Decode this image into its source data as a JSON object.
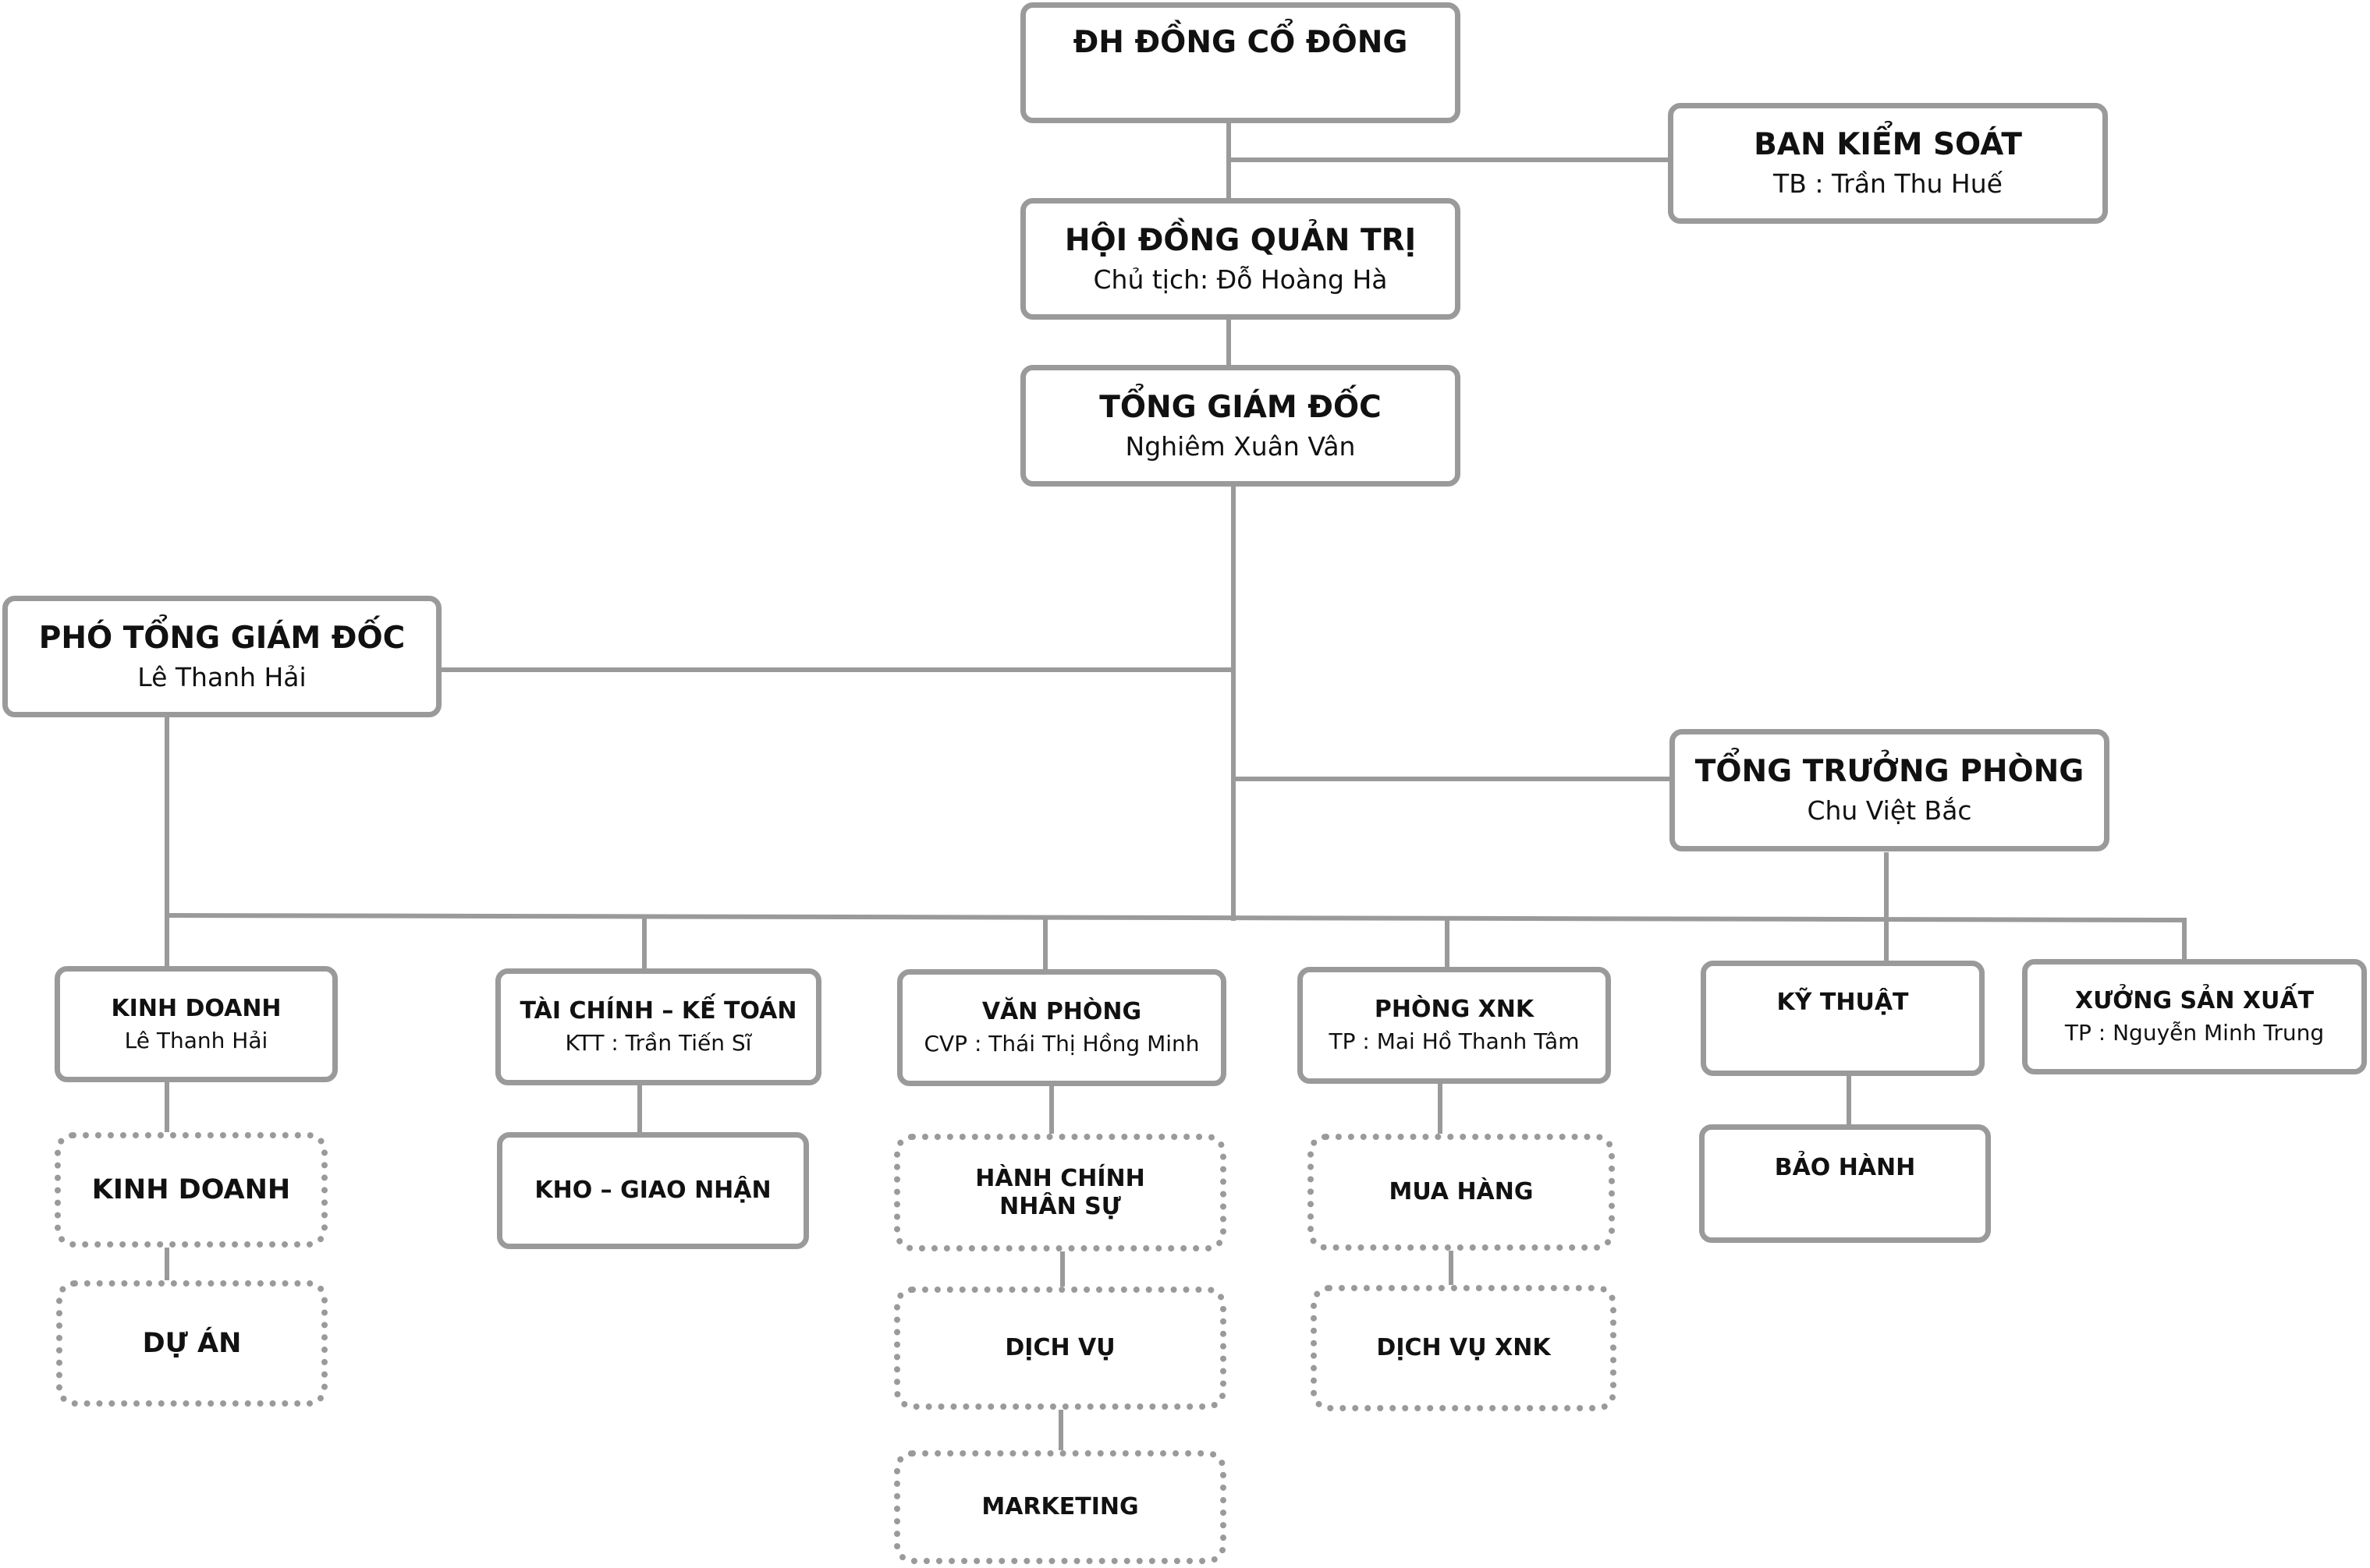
{
  "top": {
    "shareholders": {
      "title": "ĐH ĐỒNG CỔ ĐÔNG"
    },
    "supervisory": {
      "title": "BAN KIỂM SOÁT",
      "person": "TB : Trần Thu Huế"
    },
    "board": {
      "title": "HỘI ĐỒNG QUẢN TRỊ",
      "person": "Chủ tịch: Đỗ Hoàng Hà"
    },
    "ceo": {
      "title": "TỔNG GIÁM ĐỐC",
      "person": "Nghiêm Xuân Vân"
    },
    "deputy_ceo": {
      "title": "PHÓ TỔNG GIÁM ĐỐC",
      "person": "Lê Thanh Hải"
    },
    "chief_head": {
      "title": "TỔNG TRƯỞNG PHÒNG",
      "person": "Chu Việt Bắc"
    }
  },
  "departments": {
    "sales": {
      "title": "KINH DOANH",
      "person": "Lê Thanh Hải"
    },
    "finance": {
      "title": "TÀI CHÍNH – KẾ TOÁN",
      "person": "KTT : Trần Tiến Sĩ"
    },
    "office": {
      "title": "VĂN PHÒNG",
      "person": "CVP : Thái Thị Hồng Minh"
    },
    "import_export": {
      "title": "PHÒNG XNK",
      "person": "TP : Mai Hồ Thanh Tâm"
    },
    "technical": {
      "title": "KỸ THUẬT"
    },
    "workshop": {
      "title": "XƯỞNG SẢN XUẤT",
      "person": "TP : Nguyễn Minh Trung"
    }
  },
  "sub_units": {
    "sales_team": {
      "title": "KINH DOANH"
    },
    "projects": {
      "title": "DỰ ÁN"
    },
    "warehouse": {
      "title": "KHO – GIAO NHẬN"
    },
    "admin_hr": {
      "title": "HÀNH CHÍNH\nNHÂN SỰ"
    },
    "services": {
      "title": "DỊCH VỤ"
    },
    "marketing": {
      "title": "MARKETING"
    },
    "purchasing": {
      "title": "MUA HÀNG"
    },
    "xnk_services": {
      "title": "DỊCH VỤ XNK"
    },
    "warranty": {
      "title": "BẢO HÀNH"
    }
  },
  "style": {
    "line_color": "#9a9a9a",
    "text_color": "#111111",
    "background": "#ffffff"
  }
}
